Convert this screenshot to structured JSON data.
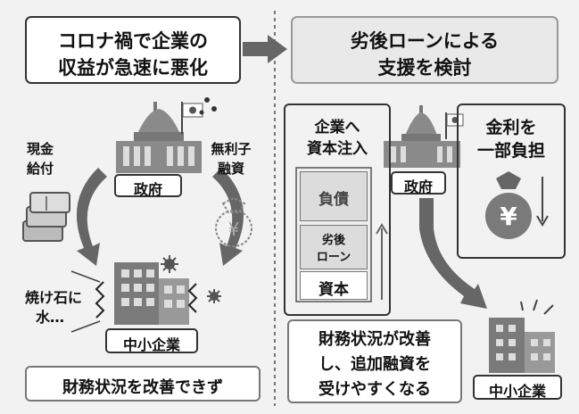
{
  "left": {
    "header_line1": "コロナ禍で企業の",
    "header_line2": "収益が急速に悪化",
    "government": "政府",
    "cash_line1": "現金",
    "cash_line2": "給付",
    "loan_line1": "無利子",
    "loan_line2": "融資",
    "note_line1": "焼け石に",
    "note_line2": "水…",
    "sme": "中小企業",
    "footer": "財務状況を改善できず"
  },
  "right": {
    "header_line1": "劣後ローンによる",
    "header_line2": "支援を検討",
    "injection_line1": "企業へ",
    "injection_line2": "資本注入",
    "liability": "負債",
    "subloan_line1": "劣後",
    "subloan_line2": "ローン",
    "capital": "資本",
    "government": "政府",
    "interest_line1": "金利を",
    "interest_line2": "一部負担",
    "yen_symbol": "¥",
    "footer_line1": "財務状況が改善",
    "footer_line2": "し、追加融資を",
    "footer_line3": "受けやすくなる",
    "sme": "中小企業"
  },
  "colors": {
    "panel": "#f2f2f2",
    "arrow": "#666666",
    "building": "#7a7a7a",
    "light_box": "#e9e9e9"
  }
}
